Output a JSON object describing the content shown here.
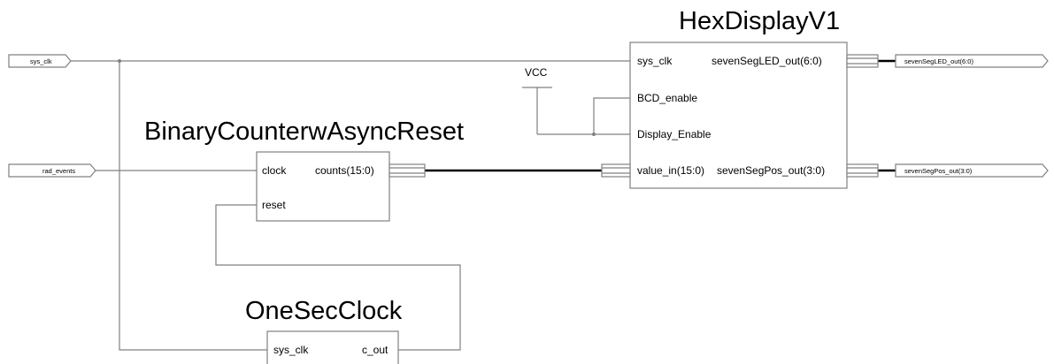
{
  "inputs": {
    "sys_clk": "sys_clk",
    "rad_events": "rad_events"
  },
  "outputs": {
    "seven_seg_led": "sevenSegLED_out(6:0)",
    "seven_seg_pos": "sevenSegPos_out(3:0)"
  },
  "vcc_label": "VCC",
  "blocks": {
    "counter": {
      "title": "BinaryCounterwAsyncReset",
      "pins": {
        "clock": "clock",
        "reset": "reset",
        "counts": "counts(15:0)"
      }
    },
    "hex": {
      "title": "HexDisplayV1",
      "pins": {
        "sys_clk": "sys_clk",
        "bcd_enable": "BCD_enable",
        "display_enable": "Display_Enable",
        "value_in": "value_in(15:0)",
        "seg_led": "sevenSegLED_out(6:0)",
        "seg_pos": "sevenSegPos_out(3:0)"
      }
    },
    "onesec": {
      "title": "OneSecClock",
      "pins": {
        "sys_clk": "sys_clk",
        "c_out": "c_out"
      }
    }
  }
}
